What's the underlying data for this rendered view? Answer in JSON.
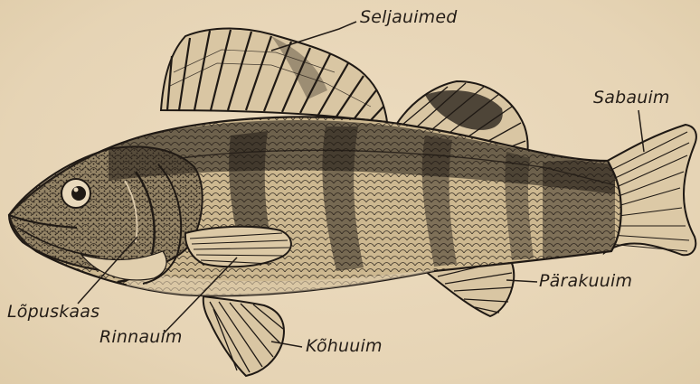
{
  "figure": {
    "subject": "perch",
    "labels": {
      "seljauimed": "Seljauimed",
      "sabauim": "Sabauim",
      "parakuuim": "Pärakuuim",
      "kohuuim": "Kõhuuim",
      "rinnauim": "Rinnauim",
      "lopuskaas": "Lõpuskaas"
    }
  },
  "colors": {
    "paper": "#e9d9bc",
    "ink": "#241d17"
  }
}
